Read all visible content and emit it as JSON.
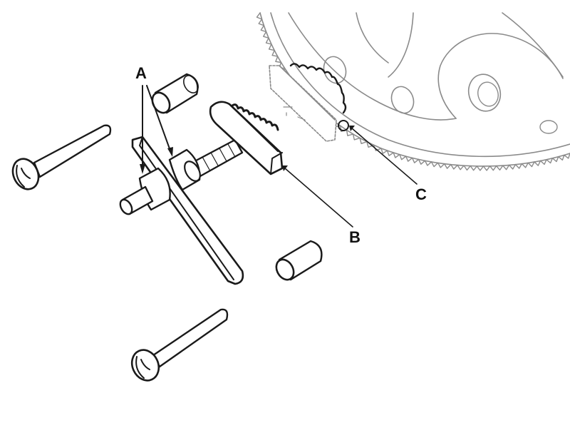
{
  "callouts": {
    "a": "A",
    "b": "B",
    "c": "C"
  }
}
